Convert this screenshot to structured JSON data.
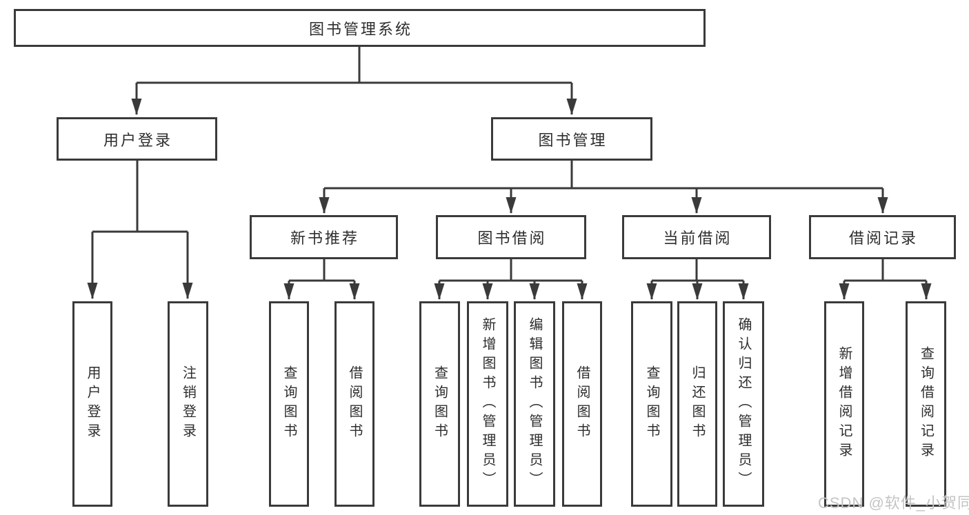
{
  "diagram": {
    "root": "图书管理系统",
    "branches": [
      {
        "label": "用户登录",
        "children": [
          "用户登录",
          "注销登录"
        ]
      },
      {
        "label": "图书管理",
        "children": [
          {
            "label": "新书推荐",
            "children": [
              "查询图书",
              "借阅图书"
            ]
          },
          {
            "label": "图书借阅",
            "children": [
              "查询图书",
              "新增图书（管理员）",
              "编辑图书（管理员）",
              "借阅图书"
            ]
          },
          {
            "label": "当前借阅",
            "children": [
              "查询图书",
              "归还图书",
              "确认归还（管理员）"
            ]
          },
          {
            "label": "借阅记录",
            "children": [
              "新增借阅记录",
              "查询借阅记录"
            ]
          }
        ]
      }
    ]
  },
  "watermark": "CSDN @软件_小贺同学",
  "colors": {
    "line": "#3a3a3a",
    "text": "#2d2d2d",
    "watermark": "#c4c4c4",
    "background": "#ffffff"
  }
}
